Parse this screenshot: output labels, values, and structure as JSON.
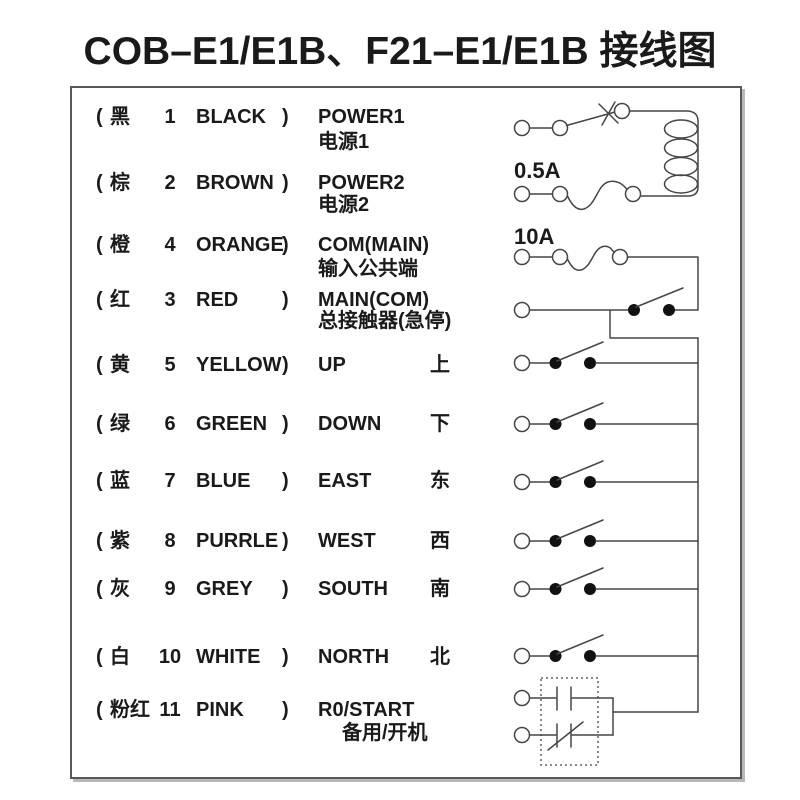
{
  "title": "COB–E1/E1B、F21–E1/E1B 接线图",
  "labels": {
    "paren_open": "(",
    "paren_close": ")",
    "fuse_small": "0.5A",
    "fuse_big": "10A"
  },
  "wires": [
    {
      "zh": "黑",
      "num": "1",
      "en": "BLACK",
      "func_en": "POWER1",
      "func_zh": "电源1"
    },
    {
      "zh": "棕",
      "num": "2",
      "en": "BROWN",
      "func_en": "POWER2",
      "func_zh": "电源2"
    },
    {
      "zh": "橙",
      "num": "4",
      "en": "ORANGE",
      "func_en": "COM(MAIN)",
      "func_zh": "输入公共端"
    },
    {
      "zh": "红",
      "num": "3",
      "en": "RED",
      "func_en": "MAIN(COM)",
      "func_zh": "总接触器(急停)"
    },
    {
      "zh": "黄",
      "num": "5",
      "en": "YELLOW",
      "func_en": "UP",
      "dir_zh": "上"
    },
    {
      "zh": "绿",
      "num": "6",
      "en": "GREEN",
      "func_en": "DOWN",
      "dir_zh": "下"
    },
    {
      "zh": "蓝",
      "num": "7",
      "en": "BLUE",
      "func_en": "EAST",
      "dir_zh": "东"
    },
    {
      "zh": "紫",
      "num": "8",
      "en": "PURRLE",
      "func_en": "WEST",
      "dir_zh": "西"
    },
    {
      "zh": "灰",
      "num": "9",
      "en": "GREY",
      "func_en": "SOUTH",
      "dir_zh": "南"
    },
    {
      "zh": "白",
      "num": "10",
      "en": "WHITE",
      "func_en": "NORTH",
      "dir_zh": "北"
    },
    {
      "zh": "粉红",
      "num": "11",
      "en": "PINK",
      "func_en": "R0/START",
      "func_zh": "备用/开机"
    }
  ],
  "colors": {
    "ink": "#1a1a1a",
    "line": "#464646",
    "frame_border": "#585858",
    "frame_shadow": "#b8b8b8",
    "background": "#ffffff"
  }
}
